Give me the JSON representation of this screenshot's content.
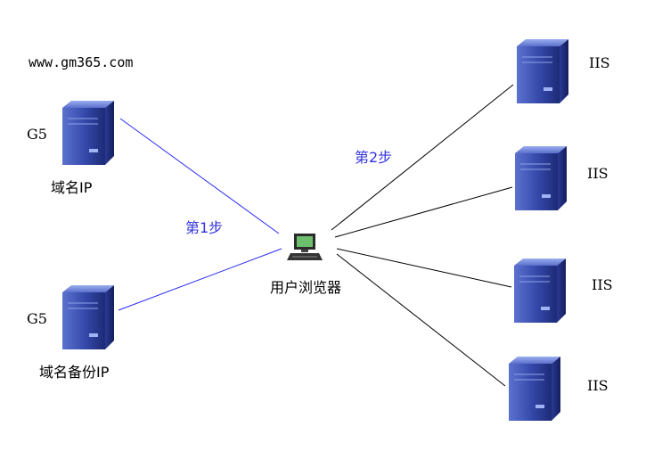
{
  "website": "www.gm365.com",
  "left_servers": [
    {
      "model": "G5",
      "caption": "域名IP"
    },
    {
      "model": "G5",
      "caption": "域名备份IP"
    }
  ],
  "client": {
    "caption": "用户浏览器",
    "icon": "computer-icon"
  },
  "right_servers": [
    {
      "label": "IIS"
    },
    {
      "label": "IIS"
    },
    {
      "label": "IIS"
    },
    {
      "label": "IIS"
    }
  ],
  "steps": {
    "step1": "第1步",
    "step2": "第2步"
  },
  "colors": {
    "step_line": "#2a2af0",
    "step_text": "#3333dd",
    "black_line": "#000000",
    "server_dark": "#1f2a78",
    "server_mid": "#3a4fb0",
    "server_light": "#7f94dd"
  }
}
